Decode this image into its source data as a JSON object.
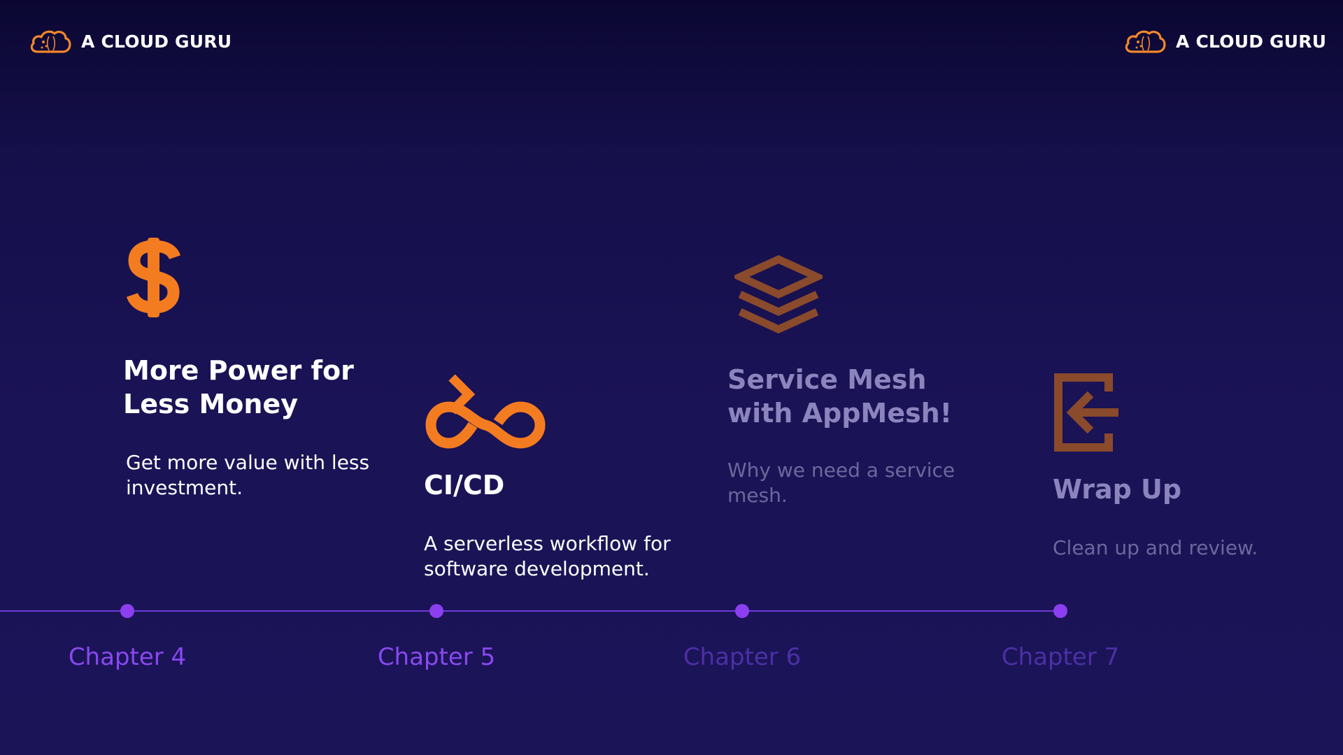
{
  "brand": {
    "left_logo_text": "A CLOUD GURU",
    "right_logo_text": "A CLOUD GURU",
    "logo_icon": "cloud-icon",
    "logo_color": "#f2882b"
  },
  "chapters": [
    {
      "chapter_label": "Chapter 4",
      "icon": "dollar-icon",
      "title_line1": "More Power for",
      "title_line2": "Less Money",
      "desc_line1": "Get more value with less",
      "desc_line2": "investment."
    },
    {
      "chapter_label": "Chapter 5",
      "icon": "cicd-loop-icon",
      "title_line1": "CI/CD",
      "desc_line1": "A serverless workflow for",
      "desc_line2": "software development."
    },
    {
      "chapter_label": "Chapter 6",
      "icon": "layers-icon",
      "title_line1": "Service Mesh",
      "title_line2": "with AppMesh!",
      "desc_line1": "Why we need a service",
      "desc_line2": "mesh."
    },
    {
      "chapter_label": "Chapter 7",
      "icon": "exit-icon",
      "title_line1": "Wrap Up",
      "desc_line1": "Clean up and review."
    }
  ],
  "colors": {
    "accent_orange": "#f47c20",
    "muted_orange": "#8a4a2c",
    "timeline_purple": "#8c3ff0",
    "chapter_active": "#8a48f0",
    "chapter_muted": "#4c2fa6"
  }
}
